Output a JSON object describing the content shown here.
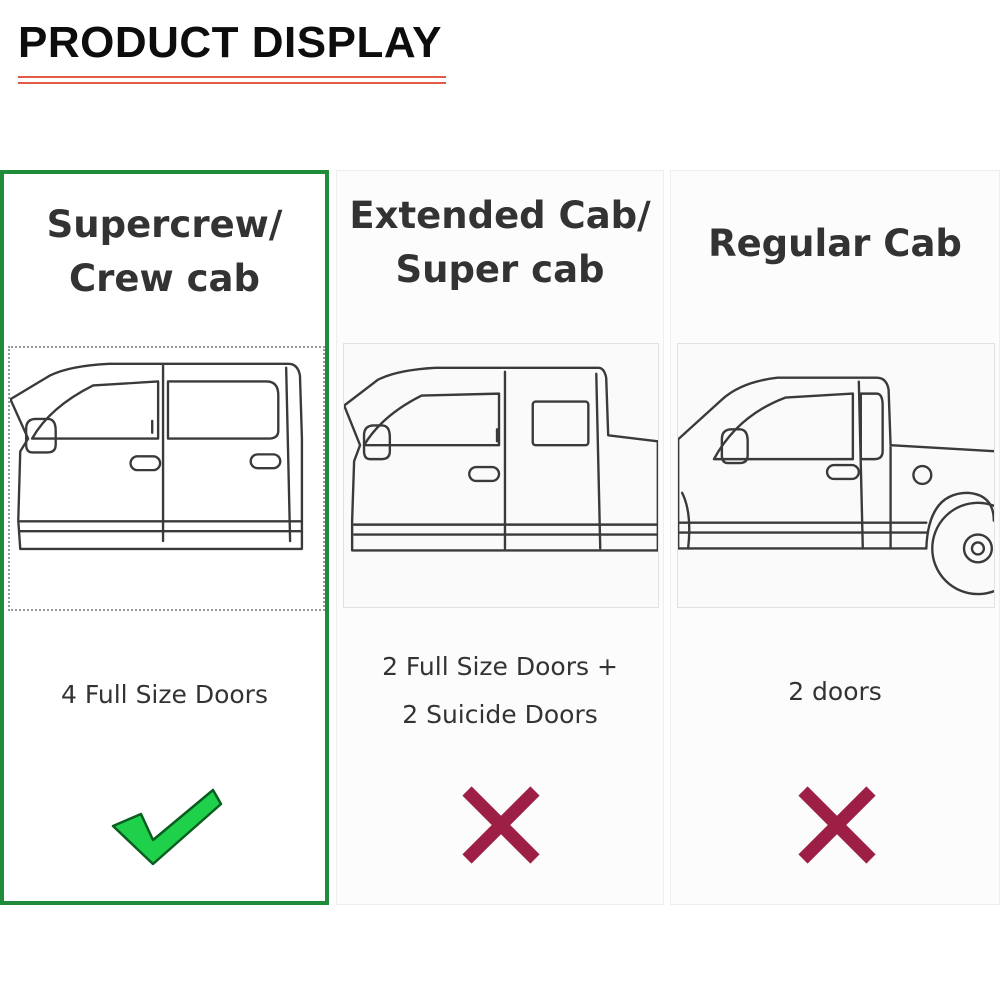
{
  "title": "PRODUCT DISPLAY",
  "colors": {
    "accent": "#e05a44",
    "selected_border": "#1e8c3a",
    "check": "#1fd14a",
    "cross": "#9e1f45"
  },
  "cabs": [
    {
      "heading": [
        "Supercrew/",
        "Crew cab"
      ],
      "description": [
        "4 Full Size Doors"
      ],
      "compatible": true,
      "icon": "check-icon"
    },
    {
      "heading": [
        "Extended Cab/",
        "Super cab"
      ],
      "description": [
        "2 Full Size Doors +",
        "2 Suicide Doors"
      ],
      "compatible": false,
      "icon": "cross-icon"
    },
    {
      "heading": [
        "Regular Cab"
      ],
      "description": [
        "2 doors"
      ],
      "compatible": false,
      "icon": "cross-icon"
    }
  ]
}
